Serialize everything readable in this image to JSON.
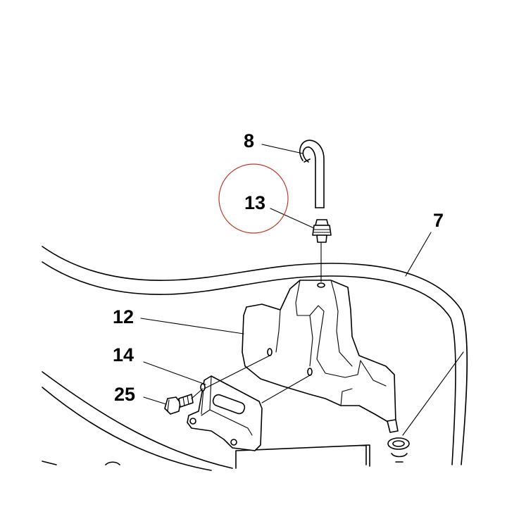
{
  "diagram": {
    "callouts": {
      "hose": "8",
      "fitting": "13",
      "tray": "7",
      "reservoir": "12",
      "bracket": "14",
      "bolt": "25"
    },
    "highlight_color": "#c0392b"
  }
}
